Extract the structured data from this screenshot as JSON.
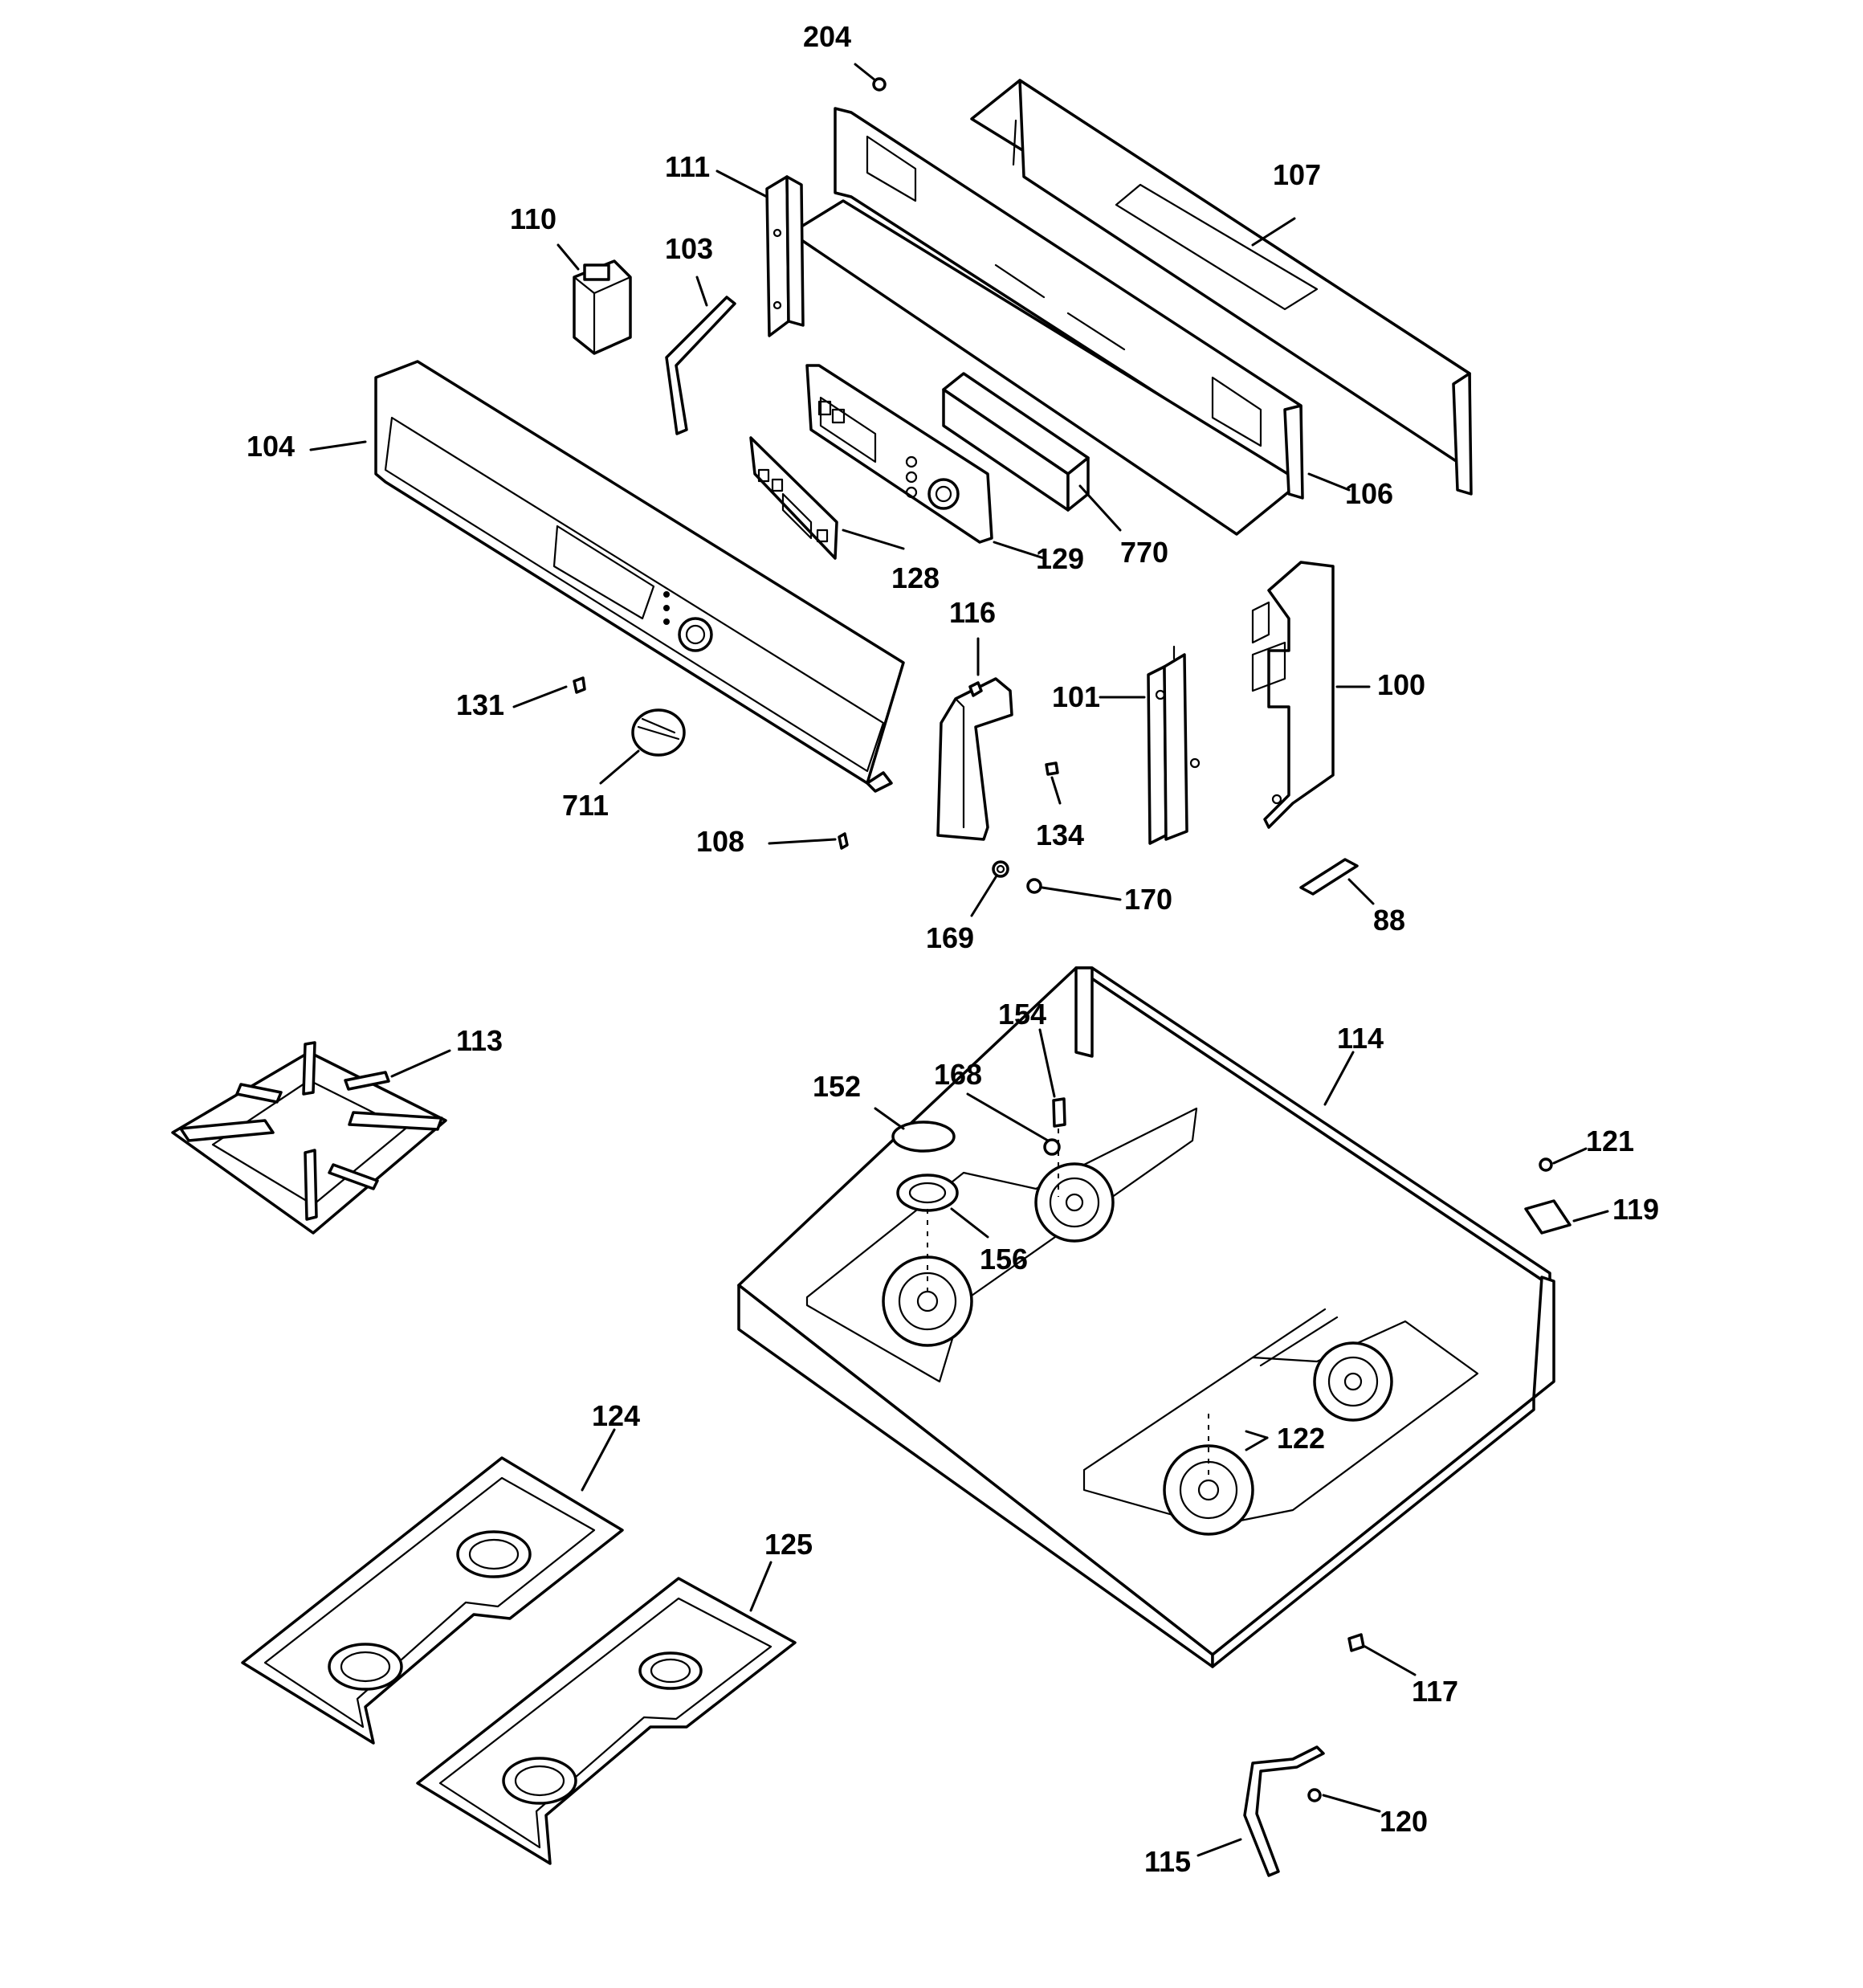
{
  "diagram": {
    "callouts": [
      "204",
      "107",
      "111",
      "110",
      "103",
      "104",
      "106",
      "128",
      "129",
      "770",
      "116",
      "100",
      "101",
      "131",
      "711",
      "134",
      "108",
      "170",
      "169",
      "88",
      "113",
      "154",
      "114",
      "152",
      "168",
      "121",
      "156",
      "119",
      "124",
      "122",
      "125",
      "117",
      "120",
      "115"
    ]
  }
}
